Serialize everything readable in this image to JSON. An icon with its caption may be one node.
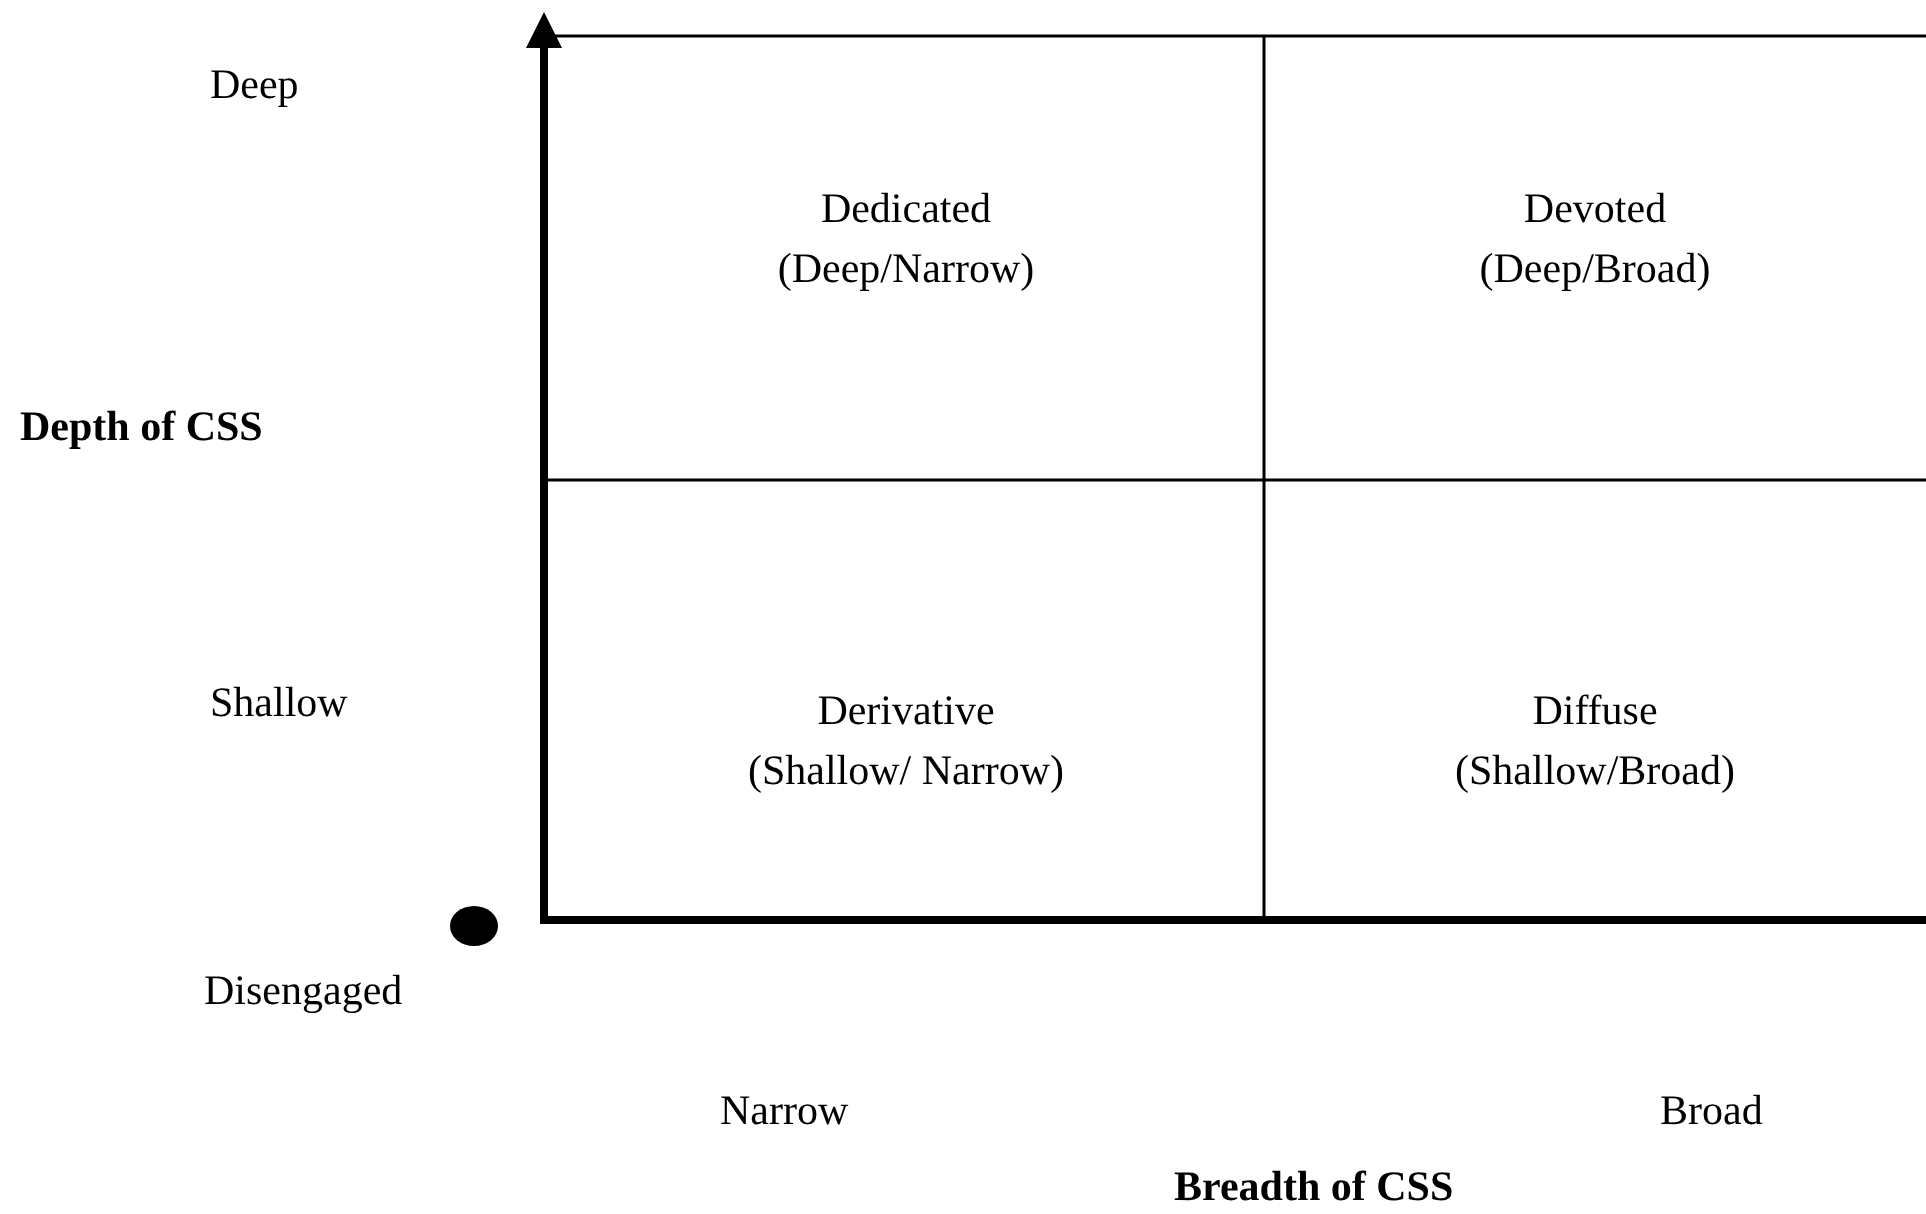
{
  "diagram": {
    "nodes": [
      {
        "text": [
          "Dedicated",
          "(Deep/Narrow)"
        ]
      },
      {
        "text": [
          "Devoted",
          "(Deep/Broad)"
        ]
      },
      {
        "text": [
          "Derivative",
          "(Shallow/ Narrow)"
        ]
      },
      {
        "text": [
          "Diffuse",
          "(Shallow/Broad)"
        ]
      }
    ],
    "labels": [
      "Deep",
      "Depth of CSS",
      "Shallow",
      "Disengaged",
      "Narrow",
      "Broad",
      "Breadth of CSS"
    ]
  }
}
